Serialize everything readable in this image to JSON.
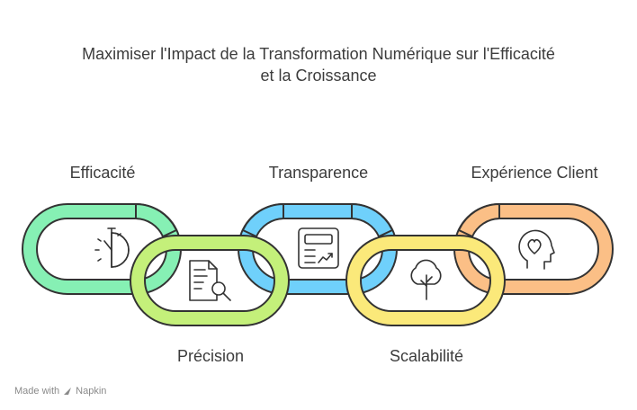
{
  "title": {
    "line1": "Maximiser l'Impact de la Transformation Numérique sur l'Efficacité",
    "line2": "et la Croissance"
  },
  "links": [
    {
      "label": "Efficacité",
      "color": "#86f0b4",
      "icon": "stopwatch-icon"
    },
    {
      "label": "Précision",
      "color": "#c4f07a",
      "icon": "document-search-icon"
    },
    {
      "label": "Transparence",
      "color": "#6fd0fb",
      "icon": "report-chart-icon"
    },
    {
      "label": "Scalabilité",
      "color": "#fbe97a",
      "icon": "tree-icon"
    },
    {
      "label": "Expérience Client",
      "color": "#fbbf86",
      "icon": "head-heart-icon"
    }
  ],
  "footer": {
    "made_with": "Made with",
    "brand": "Napkin"
  }
}
